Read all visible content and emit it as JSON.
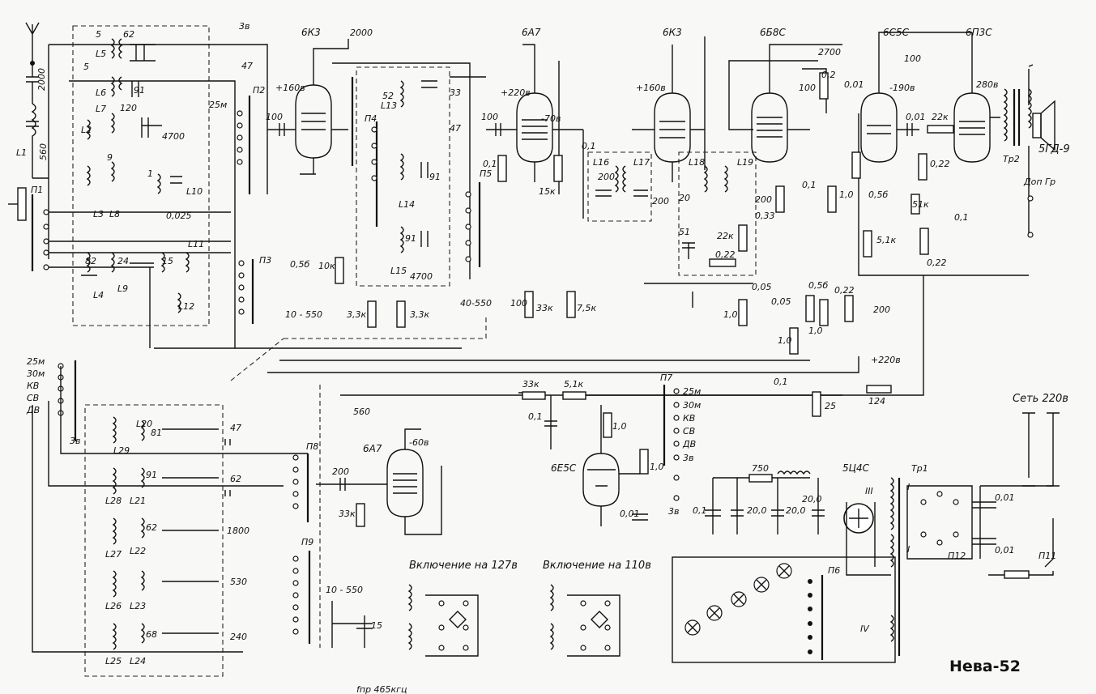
{
  "title": "Нева-52",
  "footer": "fпр 465кгц",
  "tubes": {
    "t1": "6К3",
    "t2": "6А7",
    "t3": "6К3",
    "t4": "6Б8С",
    "t5": "6С5С",
    "t6": "6П3С",
    "t7": "6А7",
    "t8": "6Е5С",
    "t9": "5Ц4С"
  },
  "voltages": {
    "v1": "+160в",
    "v2": "+220в",
    "v3": "-70в",
    "v4": "+160в",
    "v5": "-190в",
    "v6": "280в",
    "v7": "-60в",
    "v8": "+220в"
  },
  "switches": {
    "p1": "П1",
    "p2": "П2",
    "p3": "П3",
    "p4": "П4",
    "p5": "П5",
    "p6": "П6",
    "p7": "П7",
    "p8": "П8",
    "p9": "П9",
    "p11": "П11",
    "p12": "П12"
  },
  "coils": {
    "L1": "L1",
    "L2": "L2",
    "L3": "L3",
    "L4": "L4",
    "L5": "L5",
    "L6": "L6",
    "L7": "L7",
    "L8": "L8",
    "L9": "L9",
    "L10": "L10",
    "L11": "L11",
    "L12": "L12",
    "L13": "L13",
    "L14": "L14",
    "L15": "L15",
    "L16": "L16",
    "L17": "L17",
    "L18": "L18",
    "L19": "L19",
    "L20": "L20",
    "L21": "L21",
    "L22": "L22",
    "L23": "L23",
    "L24": "L24",
    "L25": "L25",
    "L26": "L26",
    "L27": "L27",
    "L28": "L28",
    "L29": "L29"
  },
  "values": {
    "c2000a": "2000",
    "c560a": "560",
    "c5a": "5",
    "c62a": "62",
    "c5b": "5",
    "c91a": "91",
    "c120": "120",
    "c4700a": "4700",
    "c9": "9",
    "c1": "1",
    "c0025": "0,025",
    "c82": "82",
    "c24": "24",
    "c15a": "15",
    "c3b": "3в",
    "c47a": "47",
    "c25m": "25м",
    "c100a": "100",
    "c2000b": "2000",
    "r05": "0,5б",
    "r10k": "10к",
    "cvar1": "10 - 550",
    "c52": "52",
    "c33": "33",
    "c47b": "47",
    "c91b": "91",
    "c91c": "91",
    "c4700b": "4700",
    "r33ka": "3,3к",
    "r33kb": "3,3к",
    "c100b": "100",
    "c01a": "0,1",
    "r15k": "15к",
    "c01b": "0,1",
    "cvar2": "40-550",
    "c100c": "100",
    "r33kc": "33к",
    "r75k": "7,5к",
    "c200a": "200",
    "c200b": "200",
    "c51": "51",
    "c20": "20",
    "r22k": "22к",
    "c022": "0,22",
    "c200c": "200",
    "r033": "0,33",
    "c01c": "0,1",
    "c005a": "0,05",
    "c005b": "0,05",
    "r10a": "1,0",
    "c2700": "2700",
    "r02": "0,2",
    "c100d": "100",
    "c001a": "0,01",
    "c100e": "100",
    "c001b": "0,01",
    "r22kb": "22к",
    "r05b": "0,5б",
    "r51ka": "5,1к",
    "r022a": "0,22",
    "r51kb": "51к",
    "c01d": "0,1",
    "r022b": "0,22",
    "r51kc": "5,1к",
    "r10b": "1,0",
    "r056": "0,5б",
    "c022b": "0,22",
    "c200d": "200",
    "r10c": "1,0",
    "c01e": "0,1",
    "r10d": "1,0",
    "r10e": "1,0",
    "r25": "25",
    "r124": "124",
    "r33kd": "33к",
    "r51kd": "5,1к",
    "c01f": "0,1",
    "c560b": "560",
    "r10f": "1,0",
    "r10g": "1,0",
    "c001c": "0,01",
    "c47c": "47",
    "c62b": "62",
    "c1800": "1800",
    "c530": "530",
    "c240": "240",
    "c91d": "91",
    "c62c": "62",
    "c68": "68",
    "c81": "81",
    "c200e": "200",
    "r33ke": "33к",
    "cvar3": "10 - 550",
    "c15b": "15",
    "r750": "750",
    "c20a": "20,0",
    "c20b": "20,0",
    "c20c": "20,0",
    "c01g": "0,1",
    "c001d": "0,01",
    "c001e": "0,01"
  },
  "bands": [
    "25м",
    "30м",
    "КВ",
    "СВ",
    "ДВ",
    "3в"
  ],
  "bands_p7": [
    "25м",
    "30м",
    "КВ",
    "СВ",
    "ДВ",
    "3в"
  ],
  "labels": {
    "speaker": "5ГД-9",
    "dop_gr": "Доп Гр",
    "tr1": "Тр1",
    "tr2": "Тр2",
    "mains": "Сеть 220в",
    "sw127": "Включение на 127в",
    "sw110": "Включение на 110в",
    "roman1a": "I",
    "roman1b": "I",
    "roman3": "III",
    "roman4": "IV",
    "l3v": "3в"
  }
}
